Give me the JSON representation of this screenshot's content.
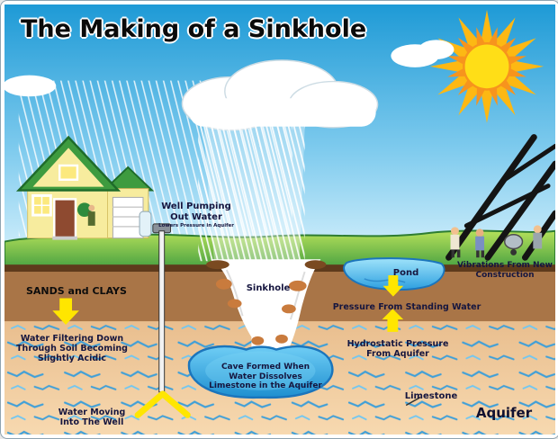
{
  "title": "The Making of a Sinkhole",
  "labels": {
    "well_pumping": "Well Pumping Out Water",
    "well_pumping_sub": "Lowers Pressure in Aquifer",
    "sands_clays": "SANDS and CLAYS",
    "sinkhole": "Sinkhole",
    "pond": "Pond",
    "vibrations": "Vibrations From New Construction",
    "pressure_standing": "Pressure From Standing Water",
    "hydrostatic": "Hydrostatic Pressure From Aquifer",
    "water_filtering": "Water Filtering Down Through Soil Becoming Slightly Acidic",
    "cave_formed": "Cave Formed When Water Dissolves Limestone in the Aquifer",
    "water_moving": "Water Moving Into The Well",
    "limestone": "Limestone",
    "aquifer": "Aquifer"
  },
  "colors": {
    "sky_top": "#1E9AD6",
    "sky_bottom": "#DDF4FD",
    "sun": "#FFDE17",
    "sun_rays": "#F7941D",
    "grass": "#3E9B3F",
    "soil": "#A97547",
    "aquifer_layer": "#F2CB9C",
    "water": "#29ABE2",
    "arrow": "#FFE600"
  }
}
